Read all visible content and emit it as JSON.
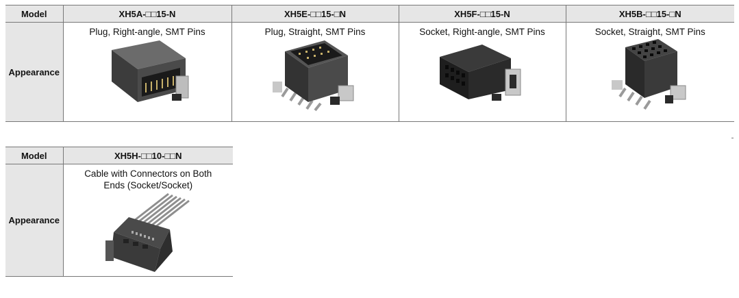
{
  "table1": {
    "header_label": "Model",
    "row_label": "Appearance",
    "products": [
      {
        "model": "XH5A-□□15-N",
        "desc": "Plug, Right-angle, SMT Pins",
        "image_icon": "plug-right-angle-connector-icon"
      },
      {
        "model": "XH5E-□□15-□N",
        "desc": "Plug, Straight, SMT Pins",
        "image_icon": "plug-straight-connector-icon"
      },
      {
        "model": "XH5F-□□15-N",
        "desc": "Socket, Right-angle, SMT Pins",
        "image_icon": "socket-right-angle-connector-icon"
      },
      {
        "model": "XH5B-□□15-□N",
        "desc": "Socket, Straight, SMT Pins",
        "image_icon": "socket-straight-connector-icon"
      }
    ]
  },
  "table2": {
    "header_label": "Model",
    "row_label": "Appearance",
    "products": [
      {
        "model": "XH5H-□□10-□□N",
        "desc": "Cable with Connectors on Both Ends (Socket/Socket)",
        "image_icon": "cable-assembly-icon"
      }
    ]
  }
}
